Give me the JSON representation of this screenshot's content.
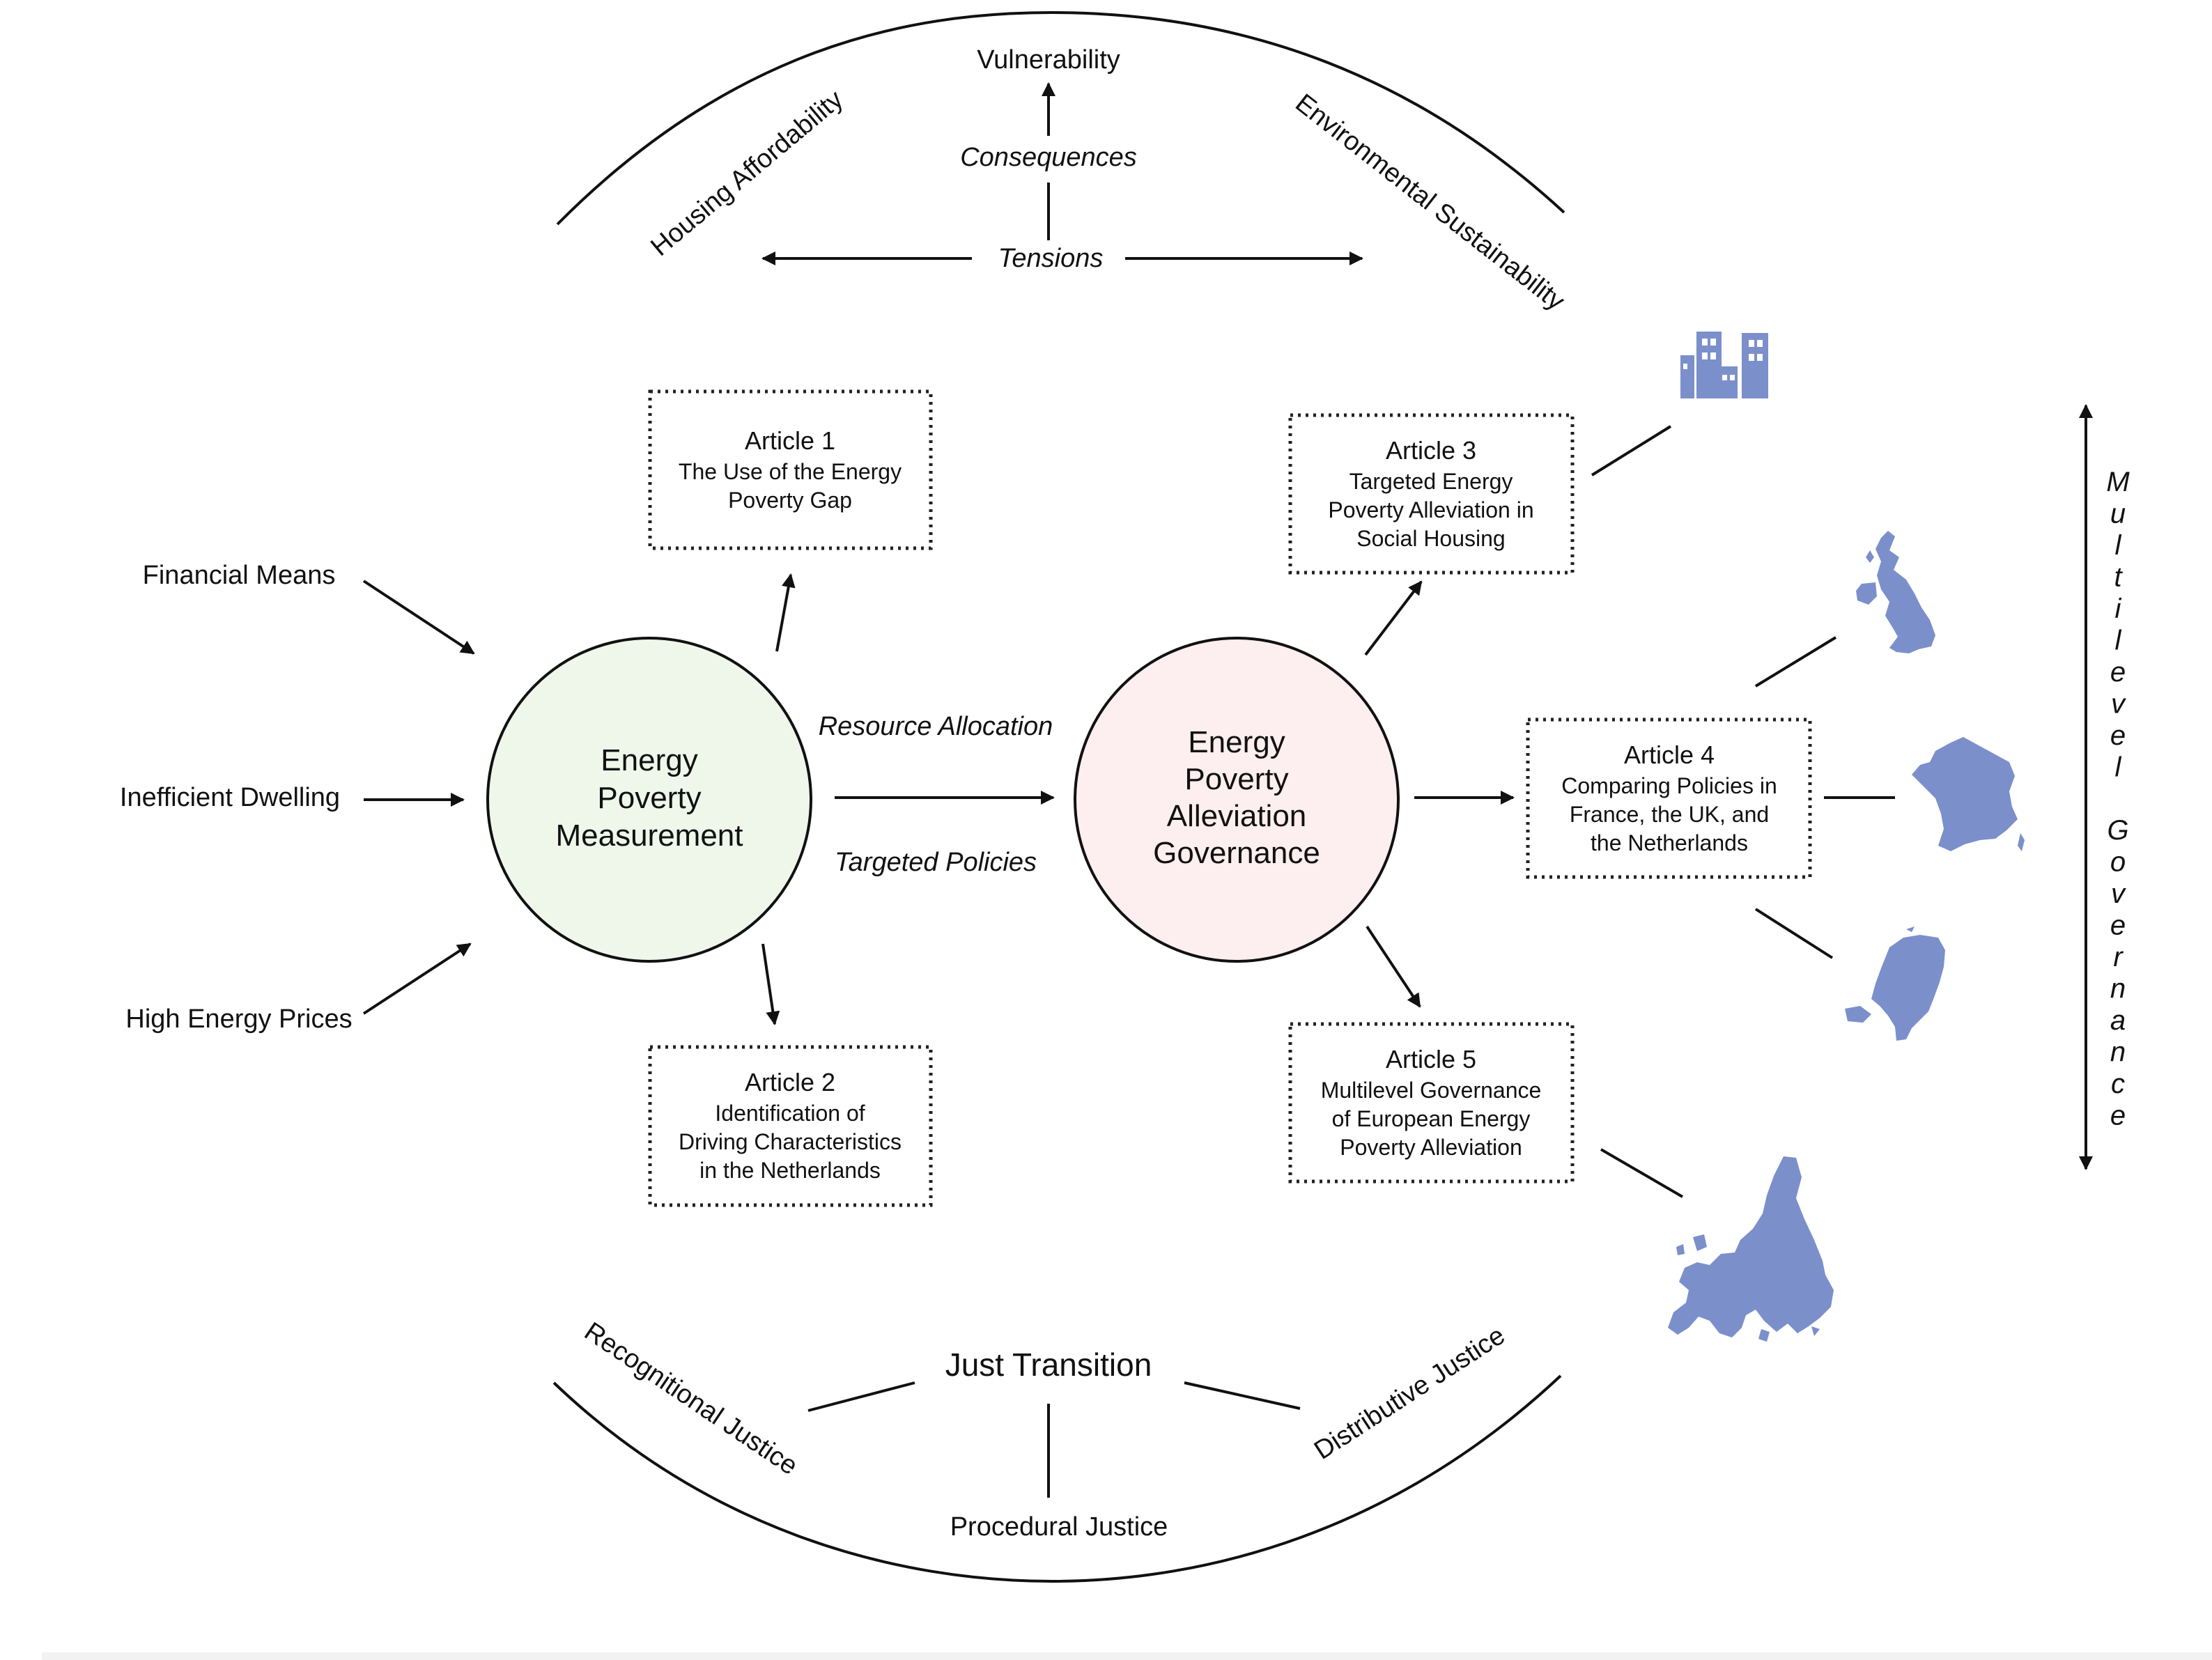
{
  "top": {
    "vulnerability": "Vulnerability",
    "consequences": "Consequences",
    "tensions": "Tensions",
    "housing_affordability": "Housing Affordability",
    "environmental_sustainability": "Environmental Sustainability"
  },
  "drivers": {
    "financial_means": "Financial Means",
    "inefficient_dwelling": "Inefficient Dwelling",
    "high_energy_prices": "High Energy Prices"
  },
  "measurement_circle": {
    "lines": [
      "Energy",
      "Poverty",
      "Measurement"
    ],
    "fill": "#eef7ea"
  },
  "governance_circle": {
    "lines": [
      "Energy",
      "Poverty",
      "Alleviation",
      "Governance"
    ],
    "fill": "#fdeeef"
  },
  "links": {
    "resource_allocation": "Resource Allocation",
    "targeted_policies": "Targeted Policies"
  },
  "articles": [
    {
      "title": "Article 1",
      "lines": [
        "The Use of the Energy",
        "Poverty Gap"
      ]
    },
    {
      "title": "Article 2",
      "lines": [
        "Identification of",
        "Driving Characteristics",
        "in the Netherlands"
      ]
    },
    {
      "title": "Article 3",
      "lines": [
        "Targeted Energy",
        "Poverty Alleviation in",
        "Social Housing"
      ]
    },
    {
      "title": "Article 4",
      "lines": [
        "Comparing Policies in",
        "France, the UK, and",
        "the Netherlands"
      ]
    },
    {
      "title": "Article 5",
      "lines": [
        "Multilevel Governance",
        "of European Energy",
        "Poverty Alleviation"
      ]
    }
  ],
  "multilevel": {
    "letters": [
      "M",
      "u",
      "l",
      "t",
      "i",
      "l",
      "e",
      "v",
      "e",
      "l",
      "G",
      "o",
      "v",
      "e",
      "r",
      "n",
      "a",
      "n",
      "c",
      "e"
    ]
  },
  "bottom": {
    "just_transition": "Just Transition",
    "recognitional_justice": "Recognitional Justice",
    "distributive_justice": "Distributive Justice",
    "procedural_justice": "Procedural Justice"
  },
  "icons": [
    "buildings-icon",
    "uk-map-icon",
    "france-map-icon",
    "netherlands-map-icon",
    "europe-map-icon"
  ],
  "colors": {
    "map": "#7b8fcb",
    "line": "#111111"
  }
}
